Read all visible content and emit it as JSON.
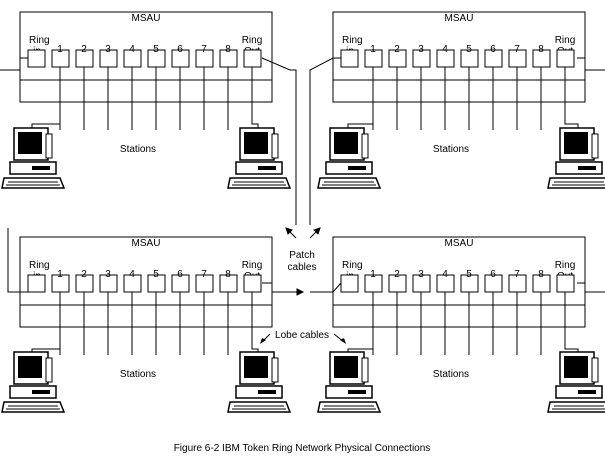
{
  "msau_label": "MSAU",
  "ring_in_label": [
    "Ring",
    "in"
  ],
  "ring_out_label": [
    "Ring",
    "Out"
  ],
  "port_numbers": [
    "1",
    "2",
    "3",
    "4",
    "5",
    "6",
    "7",
    "8"
  ],
  "stations_label": "Stations",
  "patch_cables_label": [
    "Patch",
    "cables"
  ],
  "lobe_cables_label": "Lobe cables",
  "caption": "Figure 6-2  IBM Token Ring Network Physical Connections",
  "colors": {
    "line": "#000000",
    "background": "#ffffff",
    "screen": "#000000"
  },
  "icons": [
    "computer-icon"
  ]
}
